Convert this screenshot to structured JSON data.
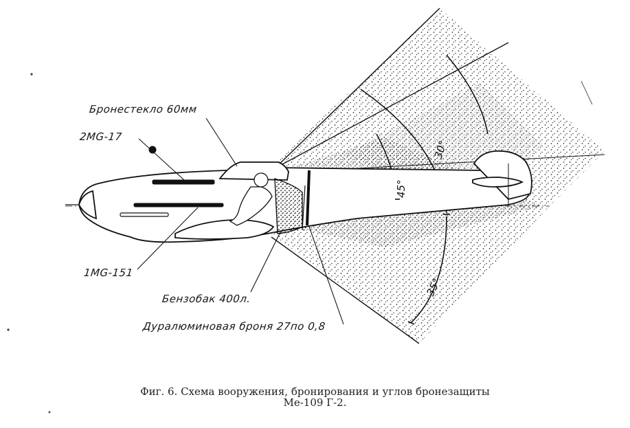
{
  "labels": {
    "armored_glass": "Бронестекло 60мм",
    "mg17": "2MG-17",
    "mg151": "1MG-151",
    "fuel_tank": "Бензобак 400л.",
    "duralumin_armor": "Дуралюминовая броня 27по 0,8"
  },
  "angles": {
    "upper": "30°",
    "middle": "45°",
    "lower": "35°"
  },
  "caption": {
    "line1": "Фиг. 6. Схема вооружения, бронирования и углов бронезащиты",
    "line2": "Ме-109 Г-2."
  },
  "colors": {
    "ink": "#1a1a1a",
    "paper": "#ffffff"
  }
}
